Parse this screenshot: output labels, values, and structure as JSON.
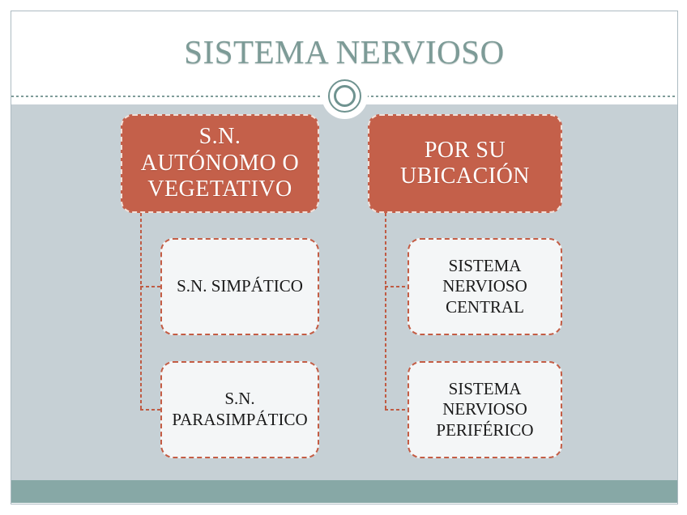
{
  "slide": {
    "title": "SISTEMA NERVIOSO"
  },
  "diagram": {
    "branches": [
      {
        "parent": "S.N.\nAUTÓNOMO O\nVEGETATIVO",
        "children": [
          "S.N. SIMPÁTICO",
          "S.N.\nPARASIMPÁTICO"
        ]
      },
      {
        "parent": "POR SU\nUBICACIÓN",
        "children": [
          "SISTEMA\nNERVIOSO\nCENTRAL",
          "SISTEMA\nNERVIOSO\nPERIFÉRICO"
        ]
      }
    ]
  },
  "colors": {
    "accent_orange": "#c4604a",
    "connector_orange": "#bf5b44",
    "title_teal": "#7d9b97",
    "ring_teal": "#6f9390",
    "footer_teal": "#87a8a6",
    "body_background": "#c6d0d5",
    "child_fill": "#f4f6f7"
  }
}
